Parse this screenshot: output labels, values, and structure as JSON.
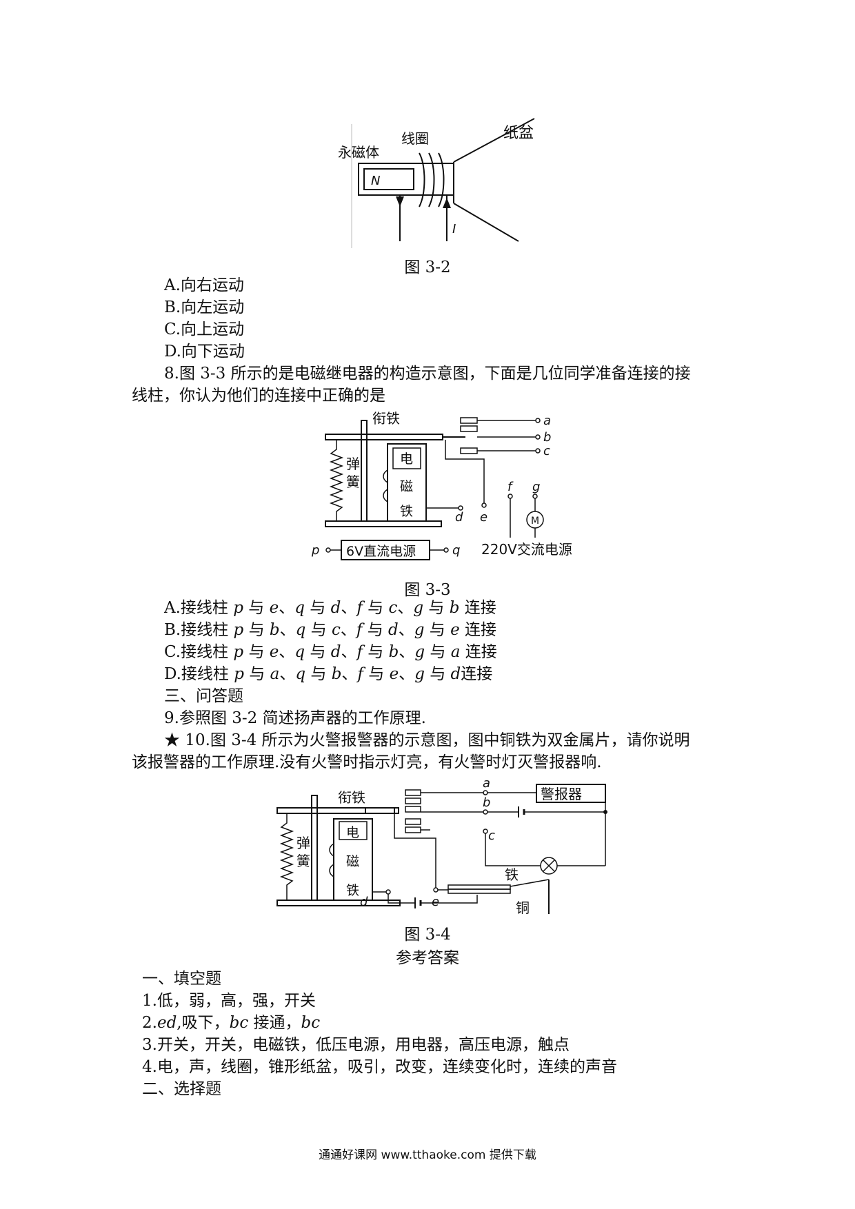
{
  "fig32": {
    "label_magnet": "永磁体",
    "label_coil": "线圈",
    "label_cone": "纸盆",
    "label_n": "N",
    "label_i": "I",
    "caption": "图 3-2"
  },
  "q7_options": [
    "A.向右运动",
    "B.向左运动",
    "C.向上运动",
    "D.向下运动"
  ],
  "q8": {
    "line1": "8.图 3-3 所示的是电磁继电器的构造示意图，下面是几位同学准备连接的接",
    "line2": "线柱，你认为他们的连接中正确的是"
  },
  "fig33": {
    "armature": "衔铁",
    "spring1": "弹",
    "spring2": "簧",
    "mag1": "电",
    "mag2": "磁",
    "mag3": "铁",
    "t_a": "a",
    "t_b": "b",
    "t_c": "c",
    "t_d": "d",
    "t_e": "e",
    "t_f": "f",
    "t_g": "g",
    "t_p": "p",
    "t_q": "q",
    "motor": "M",
    "dc_source": "6V直流电源",
    "ac_source": "220V交流电源",
    "caption": "图 3-3"
  },
  "q8_options": [
    {
      "pre": "A.接线柱 ",
      "p": "p",
      "s1": " 与 ",
      "e": "e",
      "s2": "、",
      "q": "q",
      "s3": " 与 ",
      "d": "d",
      "s4": "、",
      "f": "f",
      "s5": " 与 ",
      "c": "c",
      "s6": "、",
      "g": "g",
      "s7": " 与 ",
      "b": "b",
      "post": " 连接"
    },
    {
      "pre": "B.接线柱 ",
      "p": "p",
      "s1": " 与 ",
      "e": "b",
      "s2": "、",
      "q": "q",
      "s3": " 与 ",
      "d": "c",
      "s4": "、",
      "f": "f",
      "s5": " 与 ",
      "c": "d",
      "s6": "、",
      "g": "g",
      "s7": " 与 ",
      "b": "e",
      "post": " 连接"
    },
    {
      "pre": "C.接线柱 ",
      "p": "p",
      "s1": " 与 ",
      "e": "e",
      "s2": "、",
      "q": "q",
      "s3": " 与 ",
      "d": "d",
      "s4": "、",
      "f": "f",
      "s5": " 与 ",
      "c": "b",
      "s6": "、",
      "g": "g",
      "s7": " 与 ",
      "b": "a",
      "post": " 连接"
    },
    {
      "pre": "D.接线柱 ",
      "p": "p",
      "s1": " 与 ",
      "e": "a",
      "s2": "、",
      "q": "q",
      "s3": " 与 ",
      "d": "b",
      "s4": "、",
      "f": "f",
      "s5": " 与 ",
      "c": "e",
      "s6": "、",
      "g": "g",
      "s7": " 与 ",
      "b": "d",
      "post": "连接"
    }
  ],
  "section3": "三、问答题",
  "q9": "9.参照图 3-2 简述扬声器的工作原理.",
  "q10": {
    "line1": "★ 10.图 3-4 所示为火警报警器的示意图，图中铜铁为双金属片，请你说明",
    "line2": "该报警器的工作原理.没有火警时指示灯亮，有火警时灯灭警报器响."
  },
  "fig34": {
    "armature": "衔铁",
    "spring1": "弹",
    "spring2": "簧",
    "mag1": "电",
    "mag2": "磁",
    "mag3": "铁",
    "alarm": "警报器",
    "iron": "铁",
    "copper": "铜",
    "t_a": "a",
    "t_b": "b",
    "t_c": "c",
    "t_d": "d",
    "t_e": "e",
    "caption": "图 3-4"
  },
  "answers": {
    "title": "参考答案",
    "section1": "一、填空题",
    "a1": "1.低，弱，高，强，开关",
    "a2_italic1": "ed",
    "a2_pre": "2.",
    "a2_mid": ",吸下，",
    "a2_italic2": "bc",
    "a2_mid2": " 接通，",
    "a2_italic3": "bc",
    "a3": "3.开关，开关，电磁铁，低压电源，用电器，高压电源，触点",
    "a4": "4.电，声，线圈，锥形纸盆，吸引，改变，连续变化时，连续的声音",
    "section2": "二、选择题"
  },
  "footer": "通通好课网 www.tthaoke.com 提供下载"
}
